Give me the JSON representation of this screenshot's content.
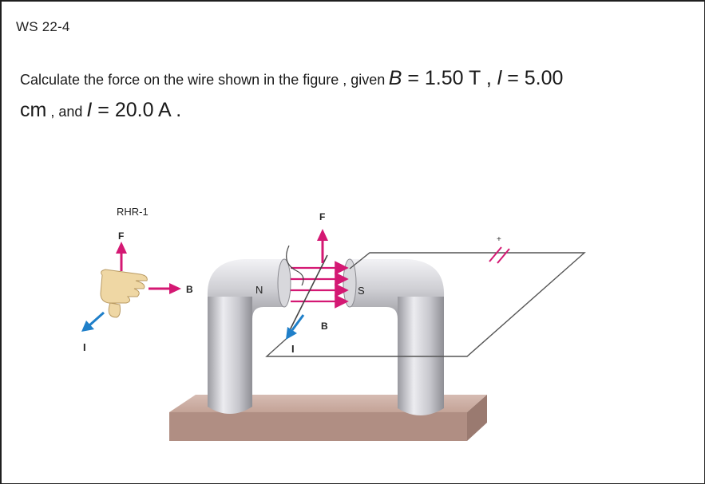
{
  "header": {
    "worksheet_label": "WS 22-4"
  },
  "problem": {
    "line1_prefix": "Calculate the force on the wire shown in the figure , given",
    "b_symbol": "B",
    "b_value": " = 1.50 T , ",
    "l_symbol": "l",
    "l_value": " = 5.00",
    "line2_unit": "cm",
    "line2_and": " , and ",
    "i_symbol": "I",
    "i_value": " = 20.0 A ."
  },
  "figure": {
    "rhr_title": "RHR-1",
    "hand_force": "F",
    "hand_field": "B",
    "hand_current": "I",
    "north_pole": "N",
    "south_pole": "S",
    "wire_force": "F",
    "gap_field": "B",
    "wire_current": "I",
    "battery_sign": "+",
    "colors": {
      "magenta": "#d41873",
      "blue": "#1f7fc9",
      "magnet": "#c8c8cc",
      "base": "#c9a9a0"
    }
  }
}
